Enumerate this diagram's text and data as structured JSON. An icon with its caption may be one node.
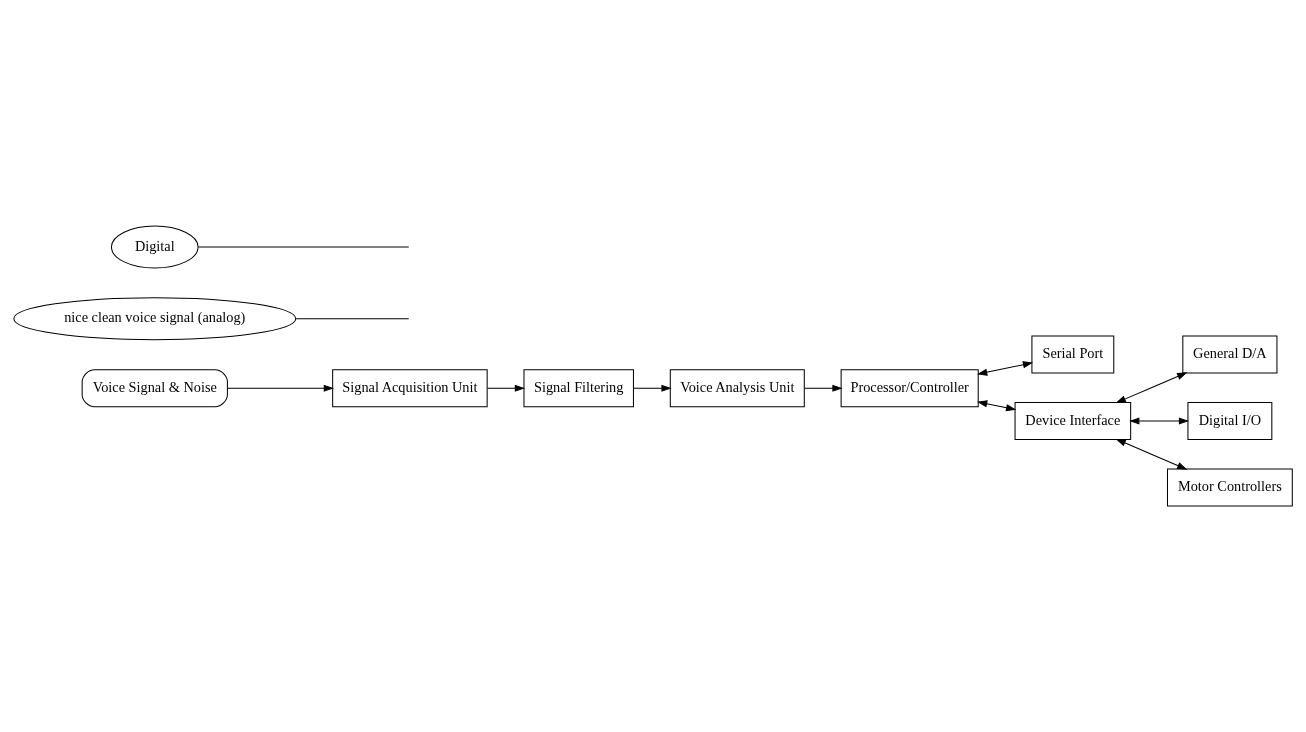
{
  "diagram": {
    "nodes": [
      {
        "text": [
          "Voice Signal & Noise"
        ]
      },
      {
        "text": [
          "Signal Acquisition Unit"
        ]
      },
      {
        "text": [
          "Signal Filtering"
        ]
      },
      {
        "text": [
          "Voice Analysis Unit"
        ]
      },
      {
        "text": [
          "Processor/Controller"
        ]
      },
      {
        "text": [
          "Serial Port"
        ]
      },
      {
        "text": [
          "Device Interface"
        ]
      },
      {
        "text": [
          "General D/A"
        ]
      },
      {
        "text": [
          "Digital I/O"
        ]
      },
      {
        "text": [
          "Motor Controllers"
        ]
      },
      {
        "text": [
          "nice clean voice signal (analog)"
        ]
      },
      {
        "text": [
          "Digital"
        ]
      }
    ],
    "edges": [
      {
        "from": 0,
        "to": 1,
        "arrow": "to"
      },
      {
        "from": 1,
        "to": 2,
        "arrow": "to"
      },
      {
        "from": 2,
        "to": 3,
        "arrow": "to"
      },
      {
        "from": 3,
        "to": 4,
        "arrow": "to"
      },
      {
        "from": 4,
        "to": 6,
        "arrow": "both"
      },
      {
        "from": 4,
        "to": 5,
        "arrow": "both"
      },
      {
        "from": 6,
        "to": 7,
        "arrow": "both"
      },
      {
        "from": 6,
        "to": 8,
        "arrow": "both"
      },
      {
        "from": 6,
        "to": 9,
        "arrow": "both"
      },
      {
        "from": 10,
        "to": null,
        "arrow": "none"
      },
      {
        "from": 11,
        "to": null,
        "arrow": "none"
      }
    ]
  }
}
